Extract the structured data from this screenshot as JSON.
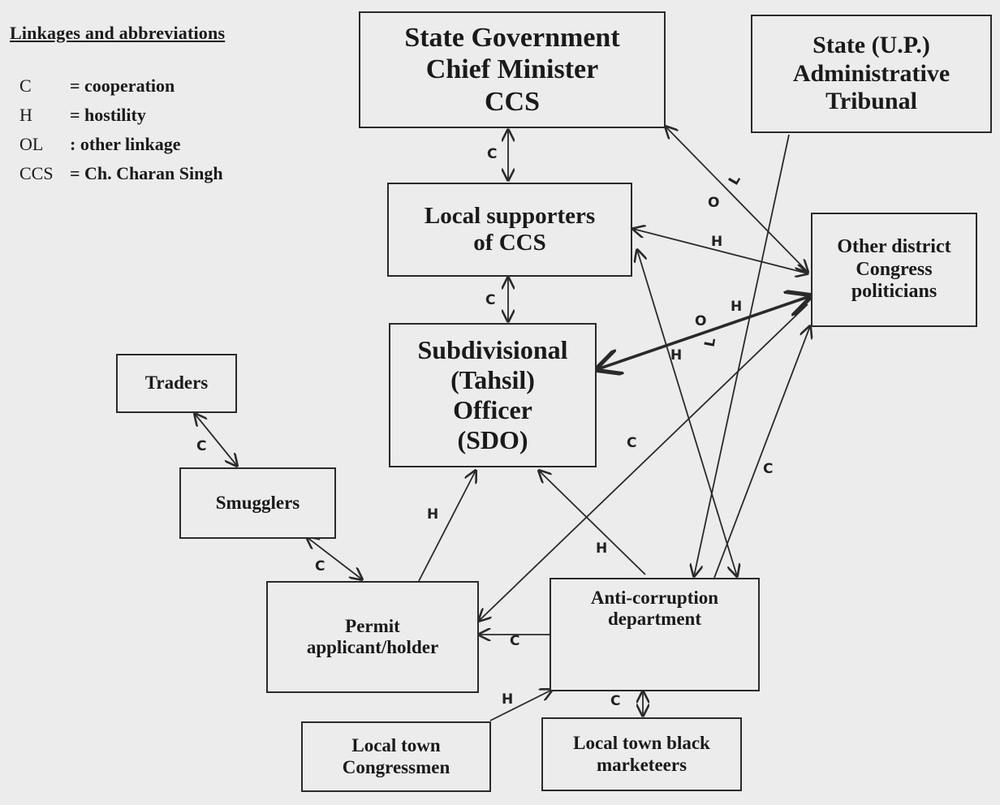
{
  "legend": {
    "title": "Linkages and abbreviations",
    "items": [
      {
        "key": "C",
        "def": "= cooperation"
      },
      {
        "key": "H",
        "def": "= hostility"
      },
      {
        "key": "OL",
        "def": ": other linkage"
      },
      {
        "key": "CCS",
        "def": "= Ch. Charan Singh"
      }
    ]
  },
  "nodes": {
    "state_gov": [
      "State Government",
      "Chief Minister",
      "CCS"
    ],
    "tribunal": [
      "State (U.P.)",
      "Administrative",
      "Tribunal"
    ],
    "local_supporters": [
      "Local supporters",
      "of CCS"
    ],
    "other_congress": [
      "Other district",
      "Congress",
      "politicians"
    ],
    "sdo": [
      "Subdivisional",
      "(Tahsil)",
      "Officer",
      "(SDO)"
    ],
    "traders": [
      "Traders"
    ],
    "smugglers": [
      "Smugglers"
    ],
    "permit": [
      "Permit",
      "applicant/holder"
    ],
    "anticorruption": [
      "Anti-corruption",
      "department"
    ],
    "town_congressmen": [
      "Local town",
      "Congressmen"
    ],
    "black_marketeers": [
      "Local town black",
      "marketeers"
    ]
  },
  "edge_labels": {
    "c": "C",
    "h": "H",
    "o": "O",
    "l": "L"
  }
}
